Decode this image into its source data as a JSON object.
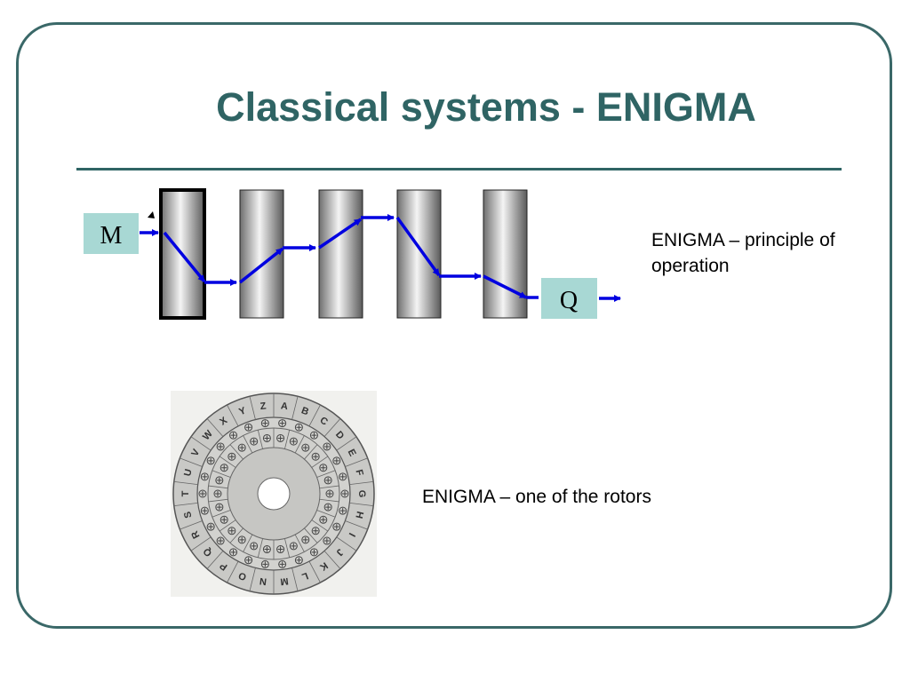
{
  "slide": {
    "title": "Classical systems - ENIGMA",
    "caption_principle": "ENIGMA – principle of operation",
    "caption_rotor": "ENIGMA – one of the rotors"
  },
  "diagram": {
    "input_letter": "M",
    "output_letter": "Q",
    "rotor_count": 5,
    "box_color": "#a8d8d4",
    "arrow_color": "#0000e0"
  },
  "rotor_wheel": {
    "outer_letters": [
      "A",
      "B",
      "C",
      "D",
      "E",
      "F",
      "G",
      "H",
      "I",
      "J",
      "K",
      "L",
      "M",
      "N",
      "O",
      "P",
      "Q",
      "R",
      "S",
      "T",
      "U",
      "V",
      "W",
      "X",
      "Y",
      "Z"
    ]
  }
}
